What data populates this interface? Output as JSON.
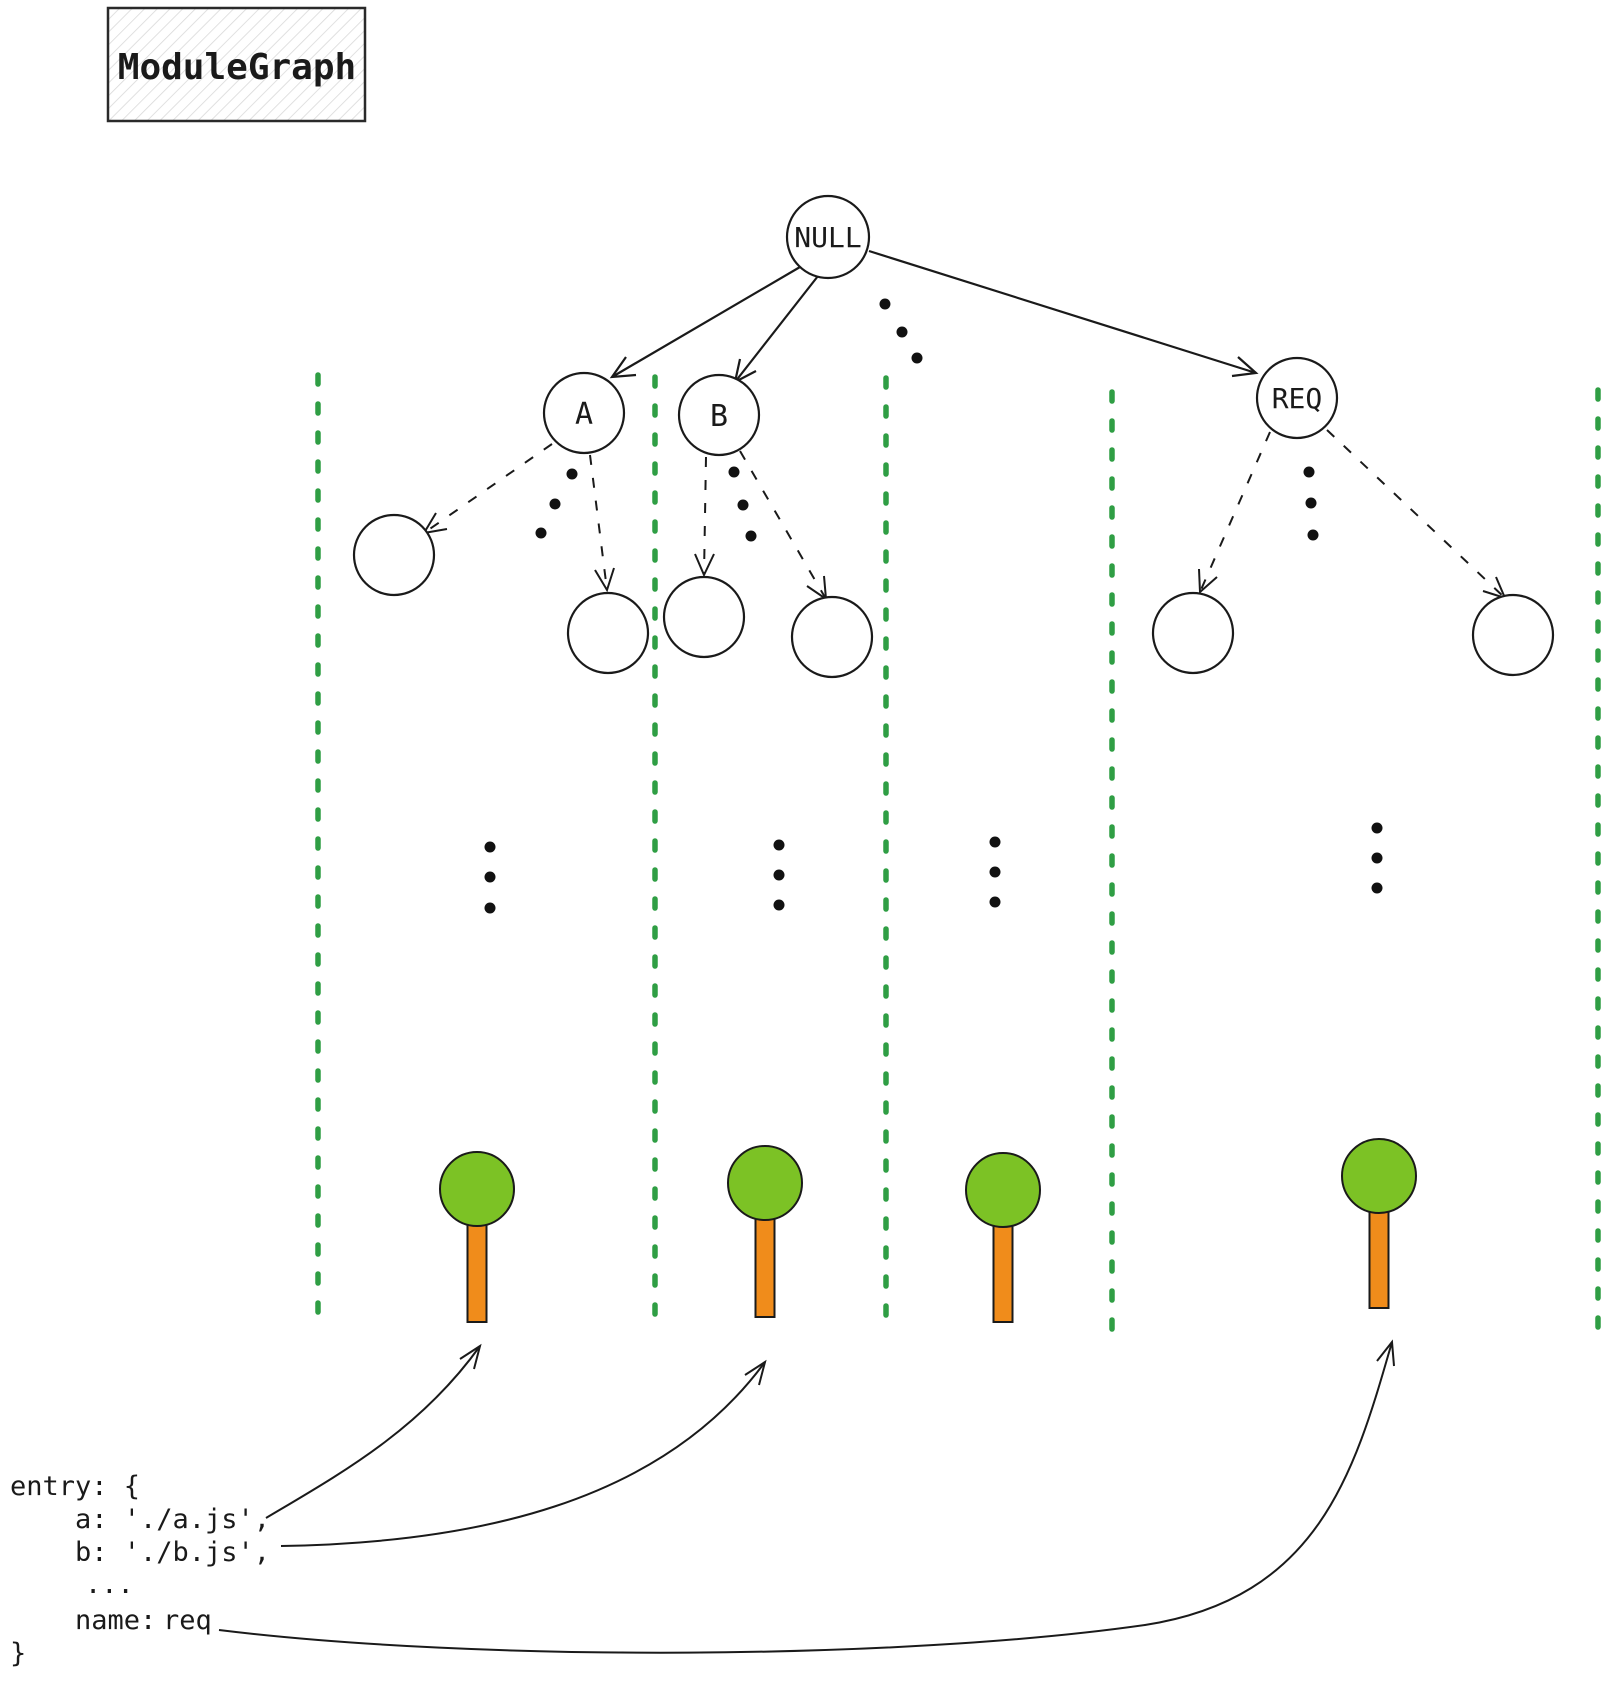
{
  "title": "ModuleGraph",
  "nodes": {
    "root": "NULL",
    "a": "A",
    "b": "B",
    "req": "REQ"
  },
  "code": {
    "l1": "entry: {",
    "l2": "a: './a.js',",
    "l3": "b: './b.js',",
    "l4": "...",
    "l5": "name:",
    "l5_value": "req",
    "l6": "}"
  },
  "colors": {
    "lane_green": "#2f9e44",
    "tree_green": "#7cc225",
    "trunk_orange": "#f08c1b",
    "accent_blue": "#4263eb",
    "title_green": "#17805c",
    "ink": "#1a1a1a"
  }
}
